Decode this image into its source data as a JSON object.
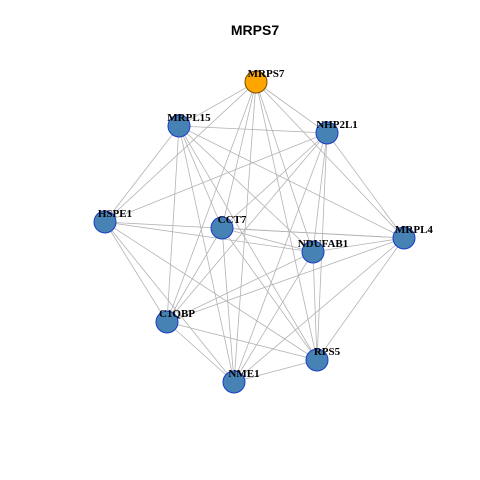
{
  "title": "MRPS7",
  "colors": {
    "hub_fill": "#FFA500",
    "node_fill": "#4682B4",
    "node_stroke": "#1A3CC8",
    "edge": "#B3B3B3"
  },
  "nodes": [
    {
      "id": "MRPS7",
      "hub": true
    },
    {
      "id": "MRPL15"
    },
    {
      "id": "NHP2L1"
    },
    {
      "id": "HSPE1"
    },
    {
      "id": "CCT7"
    },
    {
      "id": "NDUFAB1"
    },
    {
      "id": "MRPL4"
    },
    {
      "id": "C1QBP"
    },
    {
      "id": "RPS5"
    },
    {
      "id": "NME1"
    }
  ],
  "edges": [
    [
      "MRPS7",
      "MRPL15"
    ],
    [
      "MRPS7",
      "NHP2L1"
    ],
    [
      "MRPS7",
      "HSPE1"
    ],
    [
      "MRPS7",
      "CCT7"
    ],
    [
      "MRPS7",
      "NDUFAB1"
    ],
    [
      "MRPS7",
      "MRPL4"
    ],
    [
      "MRPS7",
      "C1QBP"
    ],
    [
      "MRPS7",
      "RPS5"
    ],
    [
      "MRPS7",
      "NME1"
    ],
    [
      "MRPL15",
      "NHP2L1"
    ],
    [
      "MRPL15",
      "HSPE1"
    ],
    [
      "MRPL15",
      "CCT7"
    ],
    [
      "MRPL15",
      "NDUFAB1"
    ],
    [
      "MRPL15",
      "MRPL4"
    ],
    [
      "MRPL15",
      "C1QBP"
    ],
    [
      "MRPL15",
      "RPS5"
    ],
    [
      "MRPL15",
      "NME1"
    ],
    [
      "NHP2L1",
      "HSPE1"
    ],
    [
      "NHP2L1",
      "CCT7"
    ],
    [
      "NHP2L1",
      "NDUFAB1"
    ],
    [
      "NHP2L1",
      "MRPL4"
    ],
    [
      "NHP2L1",
      "C1QBP"
    ],
    [
      "NHP2L1",
      "RPS5"
    ],
    [
      "NHP2L1",
      "NME1"
    ],
    [
      "HSPE1",
      "NDUFAB1"
    ],
    [
      "HSPE1",
      "MRPL4"
    ],
    [
      "HSPE1",
      "C1QBP"
    ],
    [
      "HSPE1",
      "NME1"
    ],
    [
      "HSPE1",
      "RPS5"
    ],
    [
      "CCT7",
      "NDUFAB1"
    ],
    [
      "CCT7",
      "MRPL4"
    ],
    [
      "CCT7",
      "C1QBP"
    ],
    [
      "CCT7",
      "RPS5"
    ],
    [
      "CCT7",
      "NME1"
    ],
    [
      "NDUFAB1",
      "MRPL4"
    ],
    [
      "NDUFAB1",
      "C1QBP"
    ],
    [
      "NDUFAB1",
      "RPS5"
    ],
    [
      "NDUFAB1",
      "NME1"
    ],
    [
      "MRPL4",
      "C1QBP"
    ],
    [
      "MRPL4",
      "RPS5"
    ],
    [
      "MRPL4",
      "NME1"
    ],
    [
      "C1QBP",
      "RPS5"
    ],
    [
      "C1QBP",
      "NME1"
    ],
    [
      "RPS5",
      "NME1"
    ]
  ]
}
